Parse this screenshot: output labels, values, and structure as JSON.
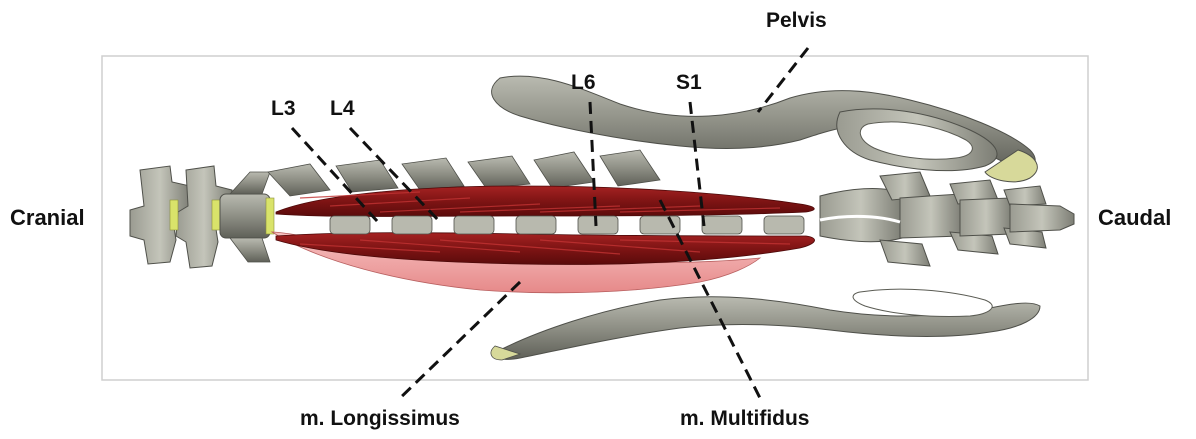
{
  "labels": {
    "cranial": "Cranial",
    "caudal": "Caudal",
    "pelvis": "Pelvis",
    "l3": "L3",
    "l4": "L4",
    "l6": "L6",
    "s1": "S1",
    "longissimus": "m. Longissimus",
    "multifidus": "m. Multifidus"
  },
  "colors": {
    "bone": "#8e8f85",
    "bone_dark": "#5d5e56",
    "bone_light": "#c7c8bd",
    "muscle": "#8c1818",
    "muscle_dark": "#5f0c0c",
    "longissimus_pink": "#f0a3a3",
    "cartilage": "#d9e36a",
    "leader": "#111111",
    "frame": "#cfcfcf"
  }
}
